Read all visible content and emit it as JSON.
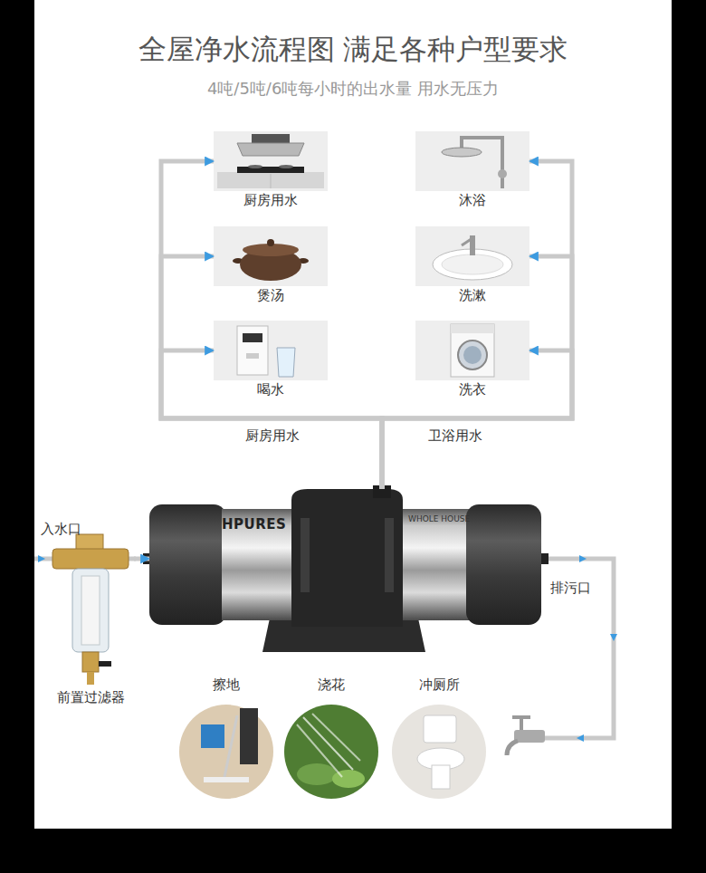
{
  "diagram": {
    "title": "全屋净水流程图 满足各种户型要求",
    "nodes": [
      {
        "text": [
          "厨房用水"
        ]
      },
      {
        "text": [
          "沐浴"
        ]
      },
      {
        "text": [
          "煲汤"
        ]
      },
      {
        "text": [
          "洗漱"
        ]
      },
      {
        "text": [
          "喝水"
        ]
      },
      {
        "text": [
          "洗衣"
        ]
      },
      {
        "text": [
          "前置过滤器"
        ]
      },
      {
        "text": [
          "HPURES",
          "WHOLE HOUSE"
        ]
      },
      {
        "text": [
          "擦地"
        ]
      },
      {
        "text": [
          "浇花"
        ]
      },
      {
        "text": [
          "冲厕所"
        ]
      }
    ],
    "edges": [
      {
        "from": 6,
        "to": 7,
        "arrow": "to"
      },
      {
        "from": 7,
        "to": 0,
        "arrow": "to"
      },
      {
        "from": 7,
        "to": 2,
        "arrow": "to"
      },
      {
        "from": 7,
        "to": 4,
        "arrow": "to"
      },
      {
        "from": 7,
        "to": 1,
        "arrow": "to"
      },
      {
        "from": 7,
        "to": 3,
        "arrow": "to"
      },
      {
        "from": 7,
        "to": 5,
        "arrow": "to"
      }
    ],
    "labels": [
      "4吨/5吨/6吨每小时的出水量 用水无压力",
      "厨房用水",
      "卫浴用水",
      "入水口",
      "排污口"
    ]
  }
}
